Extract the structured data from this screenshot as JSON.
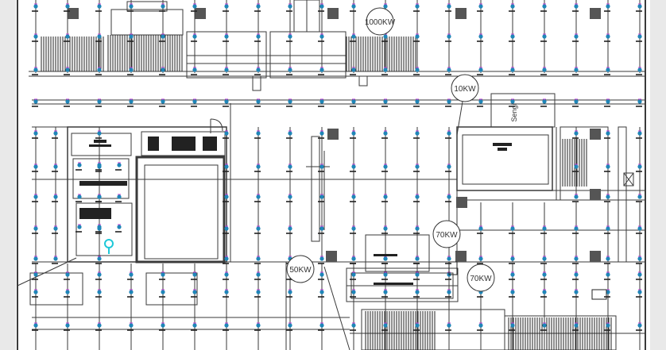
{
  "drawing": {
    "colors": {
      "line": "#3a3a3a",
      "fixture": "#1f86b8",
      "fixture_accent": "#c03bd0",
      "hatch": "#222222",
      "column": "#555555",
      "highlight": "#1ec8d8",
      "margin": "#e9e9e9"
    },
    "load_labels": [
      {
        "id": "load-label-1000kw",
        "text": "1000KW"
      },
      {
        "id": "load-label-10kw",
        "text": "10KW"
      },
      {
        "id": "load-label-70kw-a",
        "text": "70KW"
      },
      {
        "id": "load-label-50kw",
        "text": "50KW"
      },
      {
        "id": "load-label-70kw-b",
        "text": "70KW"
      }
    ],
    "room_labels": [
      {
        "id": "room-label-vertical",
        "text": "Sengi"
      }
    ],
    "icons": [
      "pin-marker-icon"
    ]
  }
}
